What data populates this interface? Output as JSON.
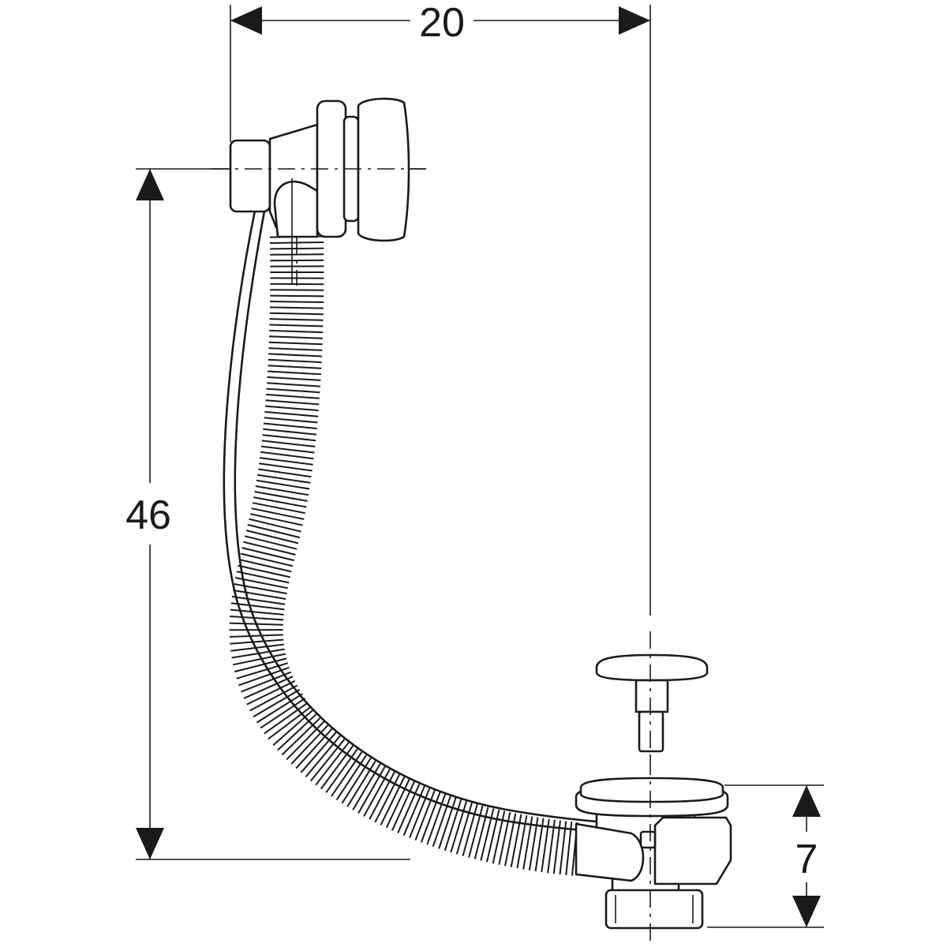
{
  "diagram": {
    "dimensions": {
      "width_label": "20",
      "height_label": "46",
      "drain_height_label": "7"
    },
    "colors": {
      "line": "#1a1a1a",
      "background": "#ffffff"
    }
  }
}
